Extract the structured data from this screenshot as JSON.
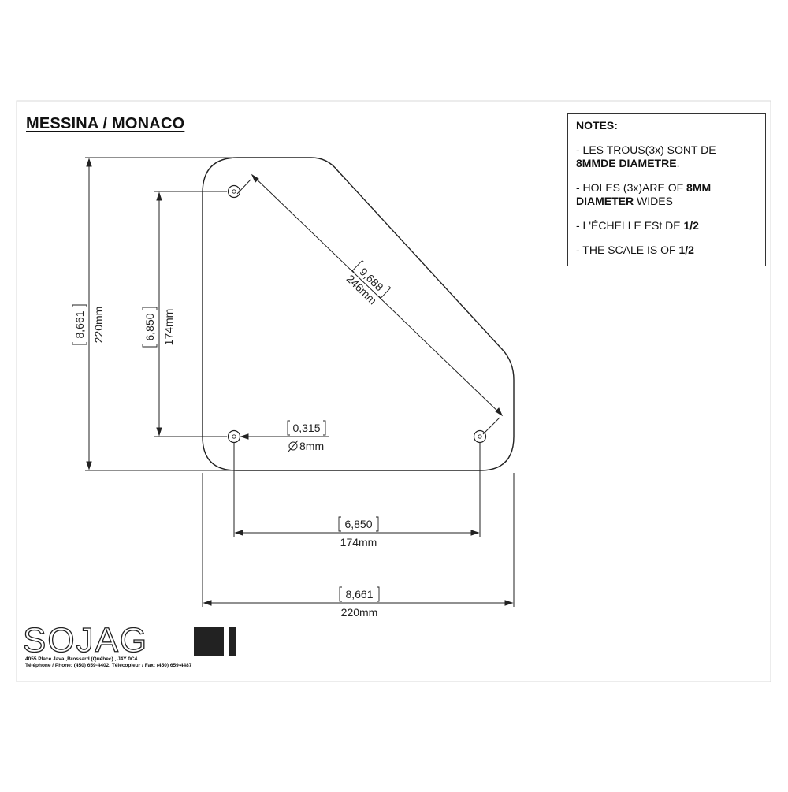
{
  "title": "MESSINA / MONACO",
  "notes": {
    "heading": "NOTES:",
    "n1_a": "- LES TROUS(3x) SONT DE ",
    "n1_b": "8MMDE DIAMETRE",
    "n1_c": ".",
    "n2_a": "-  HOLES (3x)ARE OF ",
    "n2_b": "8MM DIAMETER",
    "n2_c": " WIDES",
    "n3_a": "- L'ÉCHELLE ESt DE ",
    "n3_b": "1/2",
    "n4_a": "- THE SCALE IS OF ",
    "n4_b": "1/2"
  },
  "dimensions": {
    "overall_height_in": "8,661",
    "overall_height_mm": "220mm",
    "hole_height_in": "6,850",
    "hole_height_mm": "174mm",
    "diagonal_in": "9,688",
    "diagonal_mm": "246mm",
    "hole_dia_in": "0,315",
    "hole_dia_mm": "8mm",
    "hole_width_in": "6,850",
    "hole_width_mm": "174mm",
    "overall_width_in": "8,661",
    "overall_width_mm": "220mm"
  },
  "logo": {
    "name": "SOJAG",
    "address_line1": "4055 Place Java ,Brossard (Québec) , J4Y 0C4",
    "address_line2": "Téléphone / Phone: (450) 659-4402, Télécopieur / Fax: (450) 659-4487"
  },
  "colors": {
    "line": "#222222",
    "frame": "#d8d8d8"
  }
}
